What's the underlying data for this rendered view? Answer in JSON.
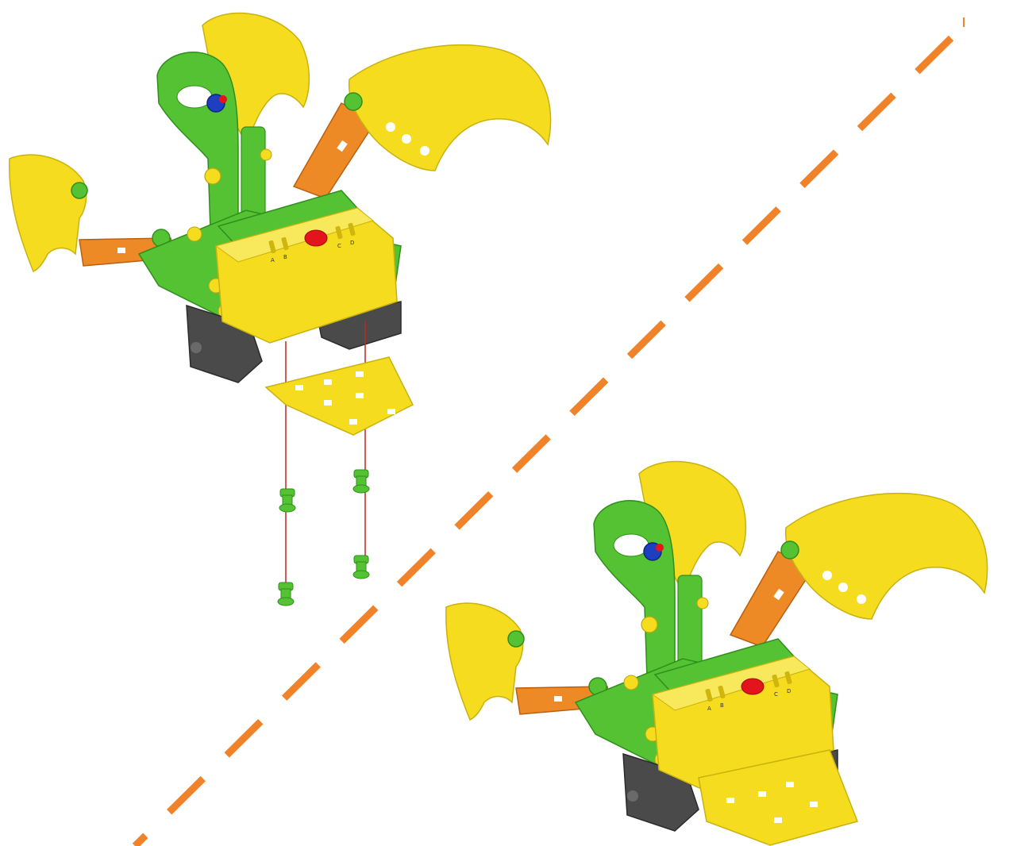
{
  "diagram": {
    "views": [
      {
        "id": "exploded",
        "role": "exploded assembly view",
        "port_labels": [
          "A",
          "B",
          "C",
          "D"
        ]
      },
      {
        "id": "assembled",
        "role": "assembled result view",
        "port_labels": [
          "A",
          "B",
          "C",
          "D"
        ]
      }
    ],
    "colors": {
      "yellow_parts": "#f5dc1f",
      "green_parts": "#55c234",
      "orange_links": "#ee8a26",
      "motor_body": "#4a4a4a",
      "button_red": "#e3141b",
      "axle_blue": "#1e3fbf",
      "divider_dash": "#f0832a",
      "guide_line": "#c0262a"
    },
    "divider": {
      "style": "dashed diagonal"
    }
  }
}
